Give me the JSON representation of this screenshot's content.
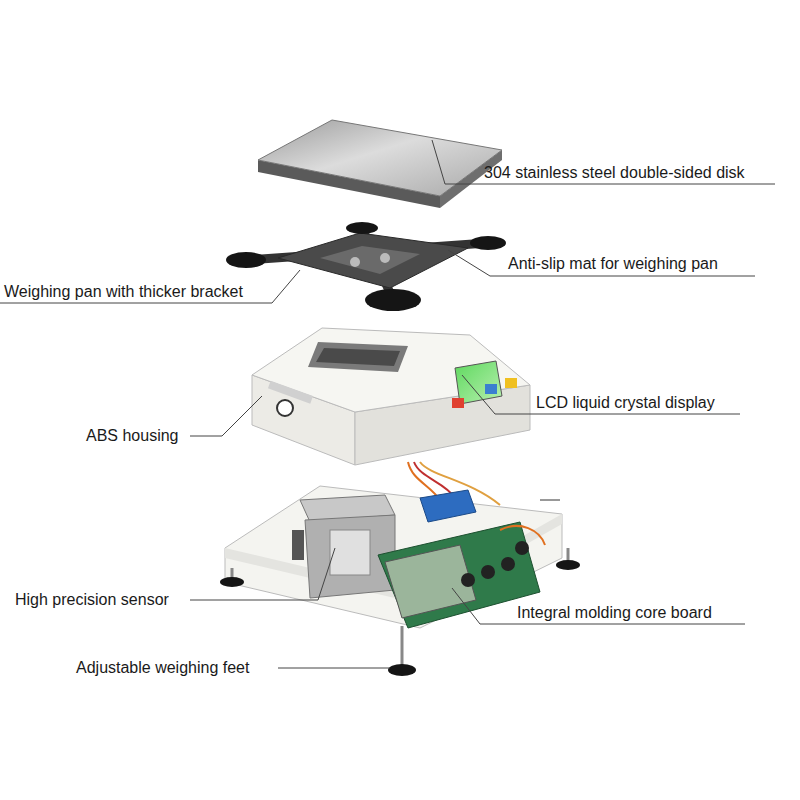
{
  "diagram": {
    "labels": [
      "304 stainless steel double-sided disk",
      "Anti-slip mat for weighing pan",
      "Weighing pan with thicker bracket",
      "LCD liquid crystal display",
      "ABS housing",
      "High precision sensor",
      "Integral molding core board",
      "Adjustable weighing feet"
    ]
  }
}
